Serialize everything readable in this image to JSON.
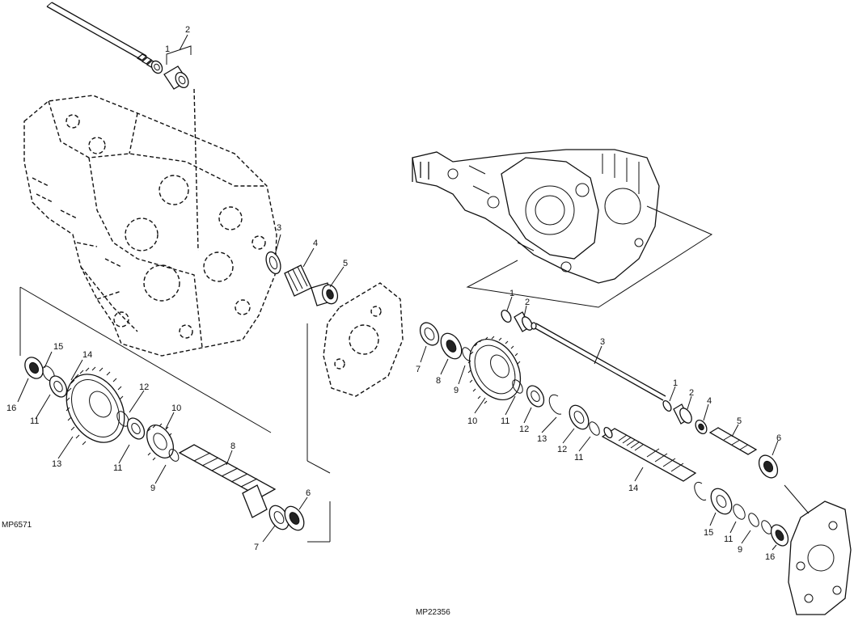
{
  "left_diagram": {
    "ref_id": "MP6571",
    "callouts": {
      "c1": "1",
      "c2": "2",
      "c3": "3",
      "c4": "4",
      "c5": "5",
      "c6": "6",
      "c7": "7",
      "c8": "8",
      "c9": "9",
      "c10": "10",
      "c11a": "11",
      "c11b": "11",
      "c12": "12",
      "c13": "13",
      "c14": "14",
      "c15": "15",
      "c16": "16"
    }
  },
  "right_diagram": {
    "ref_id": "MP22356",
    "callouts": {
      "c1a": "1",
      "c2a": "2",
      "c3": "3",
      "c1b": "1",
      "c2b": "2",
      "c4": "4",
      "c5": "5",
      "c6": "6",
      "c7": "7",
      "c8": "8",
      "c9a": "9",
      "c10": "10",
      "c11a": "11",
      "c12a": "12",
      "c13": "13",
      "c12b": "12",
      "c11b": "11",
      "c14": "14",
      "c15": "15",
      "c11c": "11",
      "c9b": "9",
      "c16": "16"
    }
  }
}
